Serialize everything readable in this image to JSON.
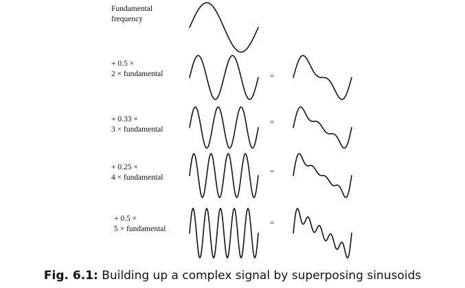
{
  "rows": [
    {
      "line1": "Fundamental",
      "line2": "frequency",
      "coefficient": 1,
      "harmonic": 1,
      "equals": ""
    },
    {
      "line1": "+ 0.5 ×",
      "line2": "2 × fundamental",
      "coefficient": 0.5,
      "harmonic": 2,
      "equals": "="
    },
    {
      "line1": "+ 0.33 ×",
      "line2": "3 × fundamental",
      "coefficient": 0.33,
      "harmonic": 3,
      "equals": "="
    },
    {
      "line1": "+ 0.25 ×",
      "line2": "4 × fundamental",
      "coefficient": 0.25,
      "harmonic": 4,
      "equals": "="
    },
    {
      "line1": "+ 0.5 ×",
      "line2": "5 × fundamental",
      "coefficient": 0.5,
      "harmonic": 5,
      "equals": "="
    }
  ],
  "caption": {
    "label": "Fig. 6.1:",
    "text": "Building up a complex signal by superposing sinusoids"
  }
}
